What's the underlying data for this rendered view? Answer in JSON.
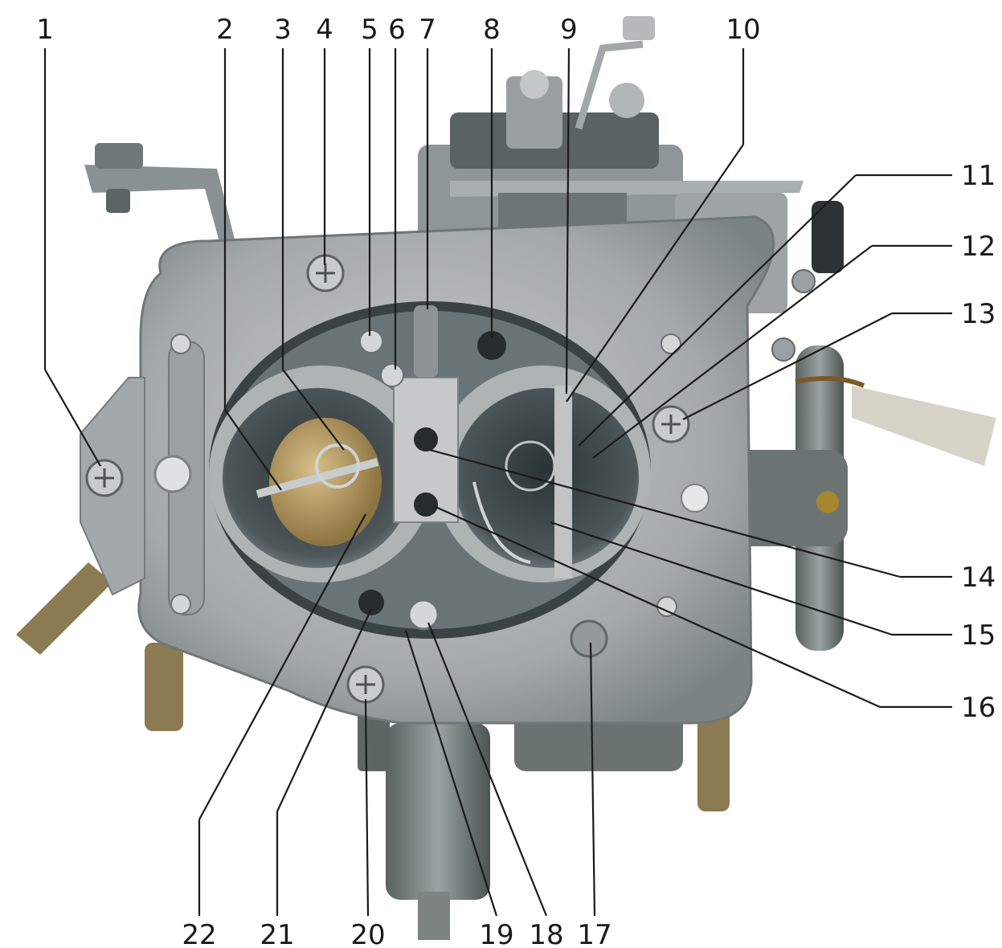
{
  "figure": {
    "subject": "carburetor-underside-photo"
  },
  "labels": [
    {
      "id": "1",
      "text": "1"
    },
    {
      "id": "2",
      "text": "2"
    },
    {
      "id": "3",
      "text": "3"
    },
    {
      "id": "4",
      "text": "4"
    },
    {
      "id": "5",
      "text": "5"
    },
    {
      "id": "6",
      "text": "6"
    },
    {
      "id": "7",
      "text": "7"
    },
    {
      "id": "8",
      "text": "8"
    },
    {
      "id": "9",
      "text": "9"
    },
    {
      "id": "10",
      "text": "10"
    },
    {
      "id": "11",
      "text": "11"
    },
    {
      "id": "12",
      "text": "12"
    },
    {
      "id": "13",
      "text": "13"
    },
    {
      "id": "14",
      "text": "14"
    },
    {
      "id": "15",
      "text": "15"
    },
    {
      "id": "16",
      "text": "16"
    },
    {
      "id": "17",
      "text": "17"
    },
    {
      "id": "18",
      "text": "18"
    },
    {
      "id": "19",
      "text": "19"
    },
    {
      "id": "20",
      "text": "20"
    },
    {
      "id": "21",
      "text": "21"
    },
    {
      "id": "22",
      "text": "22"
    }
  ],
  "colors": {
    "metal_light": "#b9bcbd",
    "metal_mid": "#8e9496",
    "metal_dark": "#3f4749",
    "brass": "#b89a5a",
    "label_text": "#1a1a1a"
  }
}
